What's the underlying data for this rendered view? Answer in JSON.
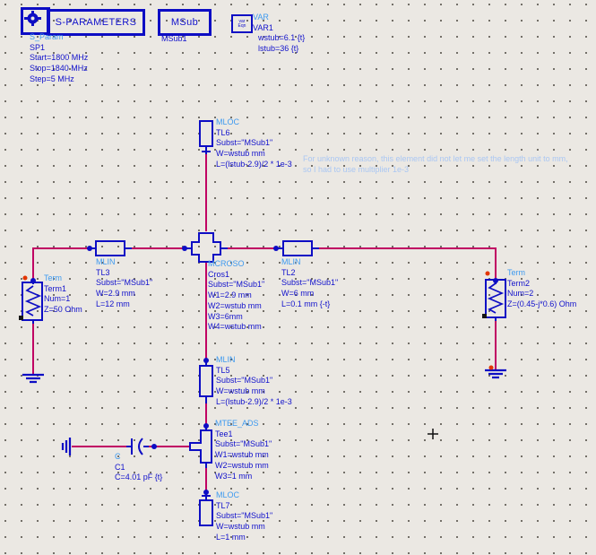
{
  "colors": {
    "background": "#ebe8e3",
    "wire": "#c00063",
    "component": "#0d0dc4",
    "type_label": "#3e9af0",
    "param_text": "#1111cc",
    "note_text": "#aac7f3",
    "red_pin": "#e23400",
    "cursor": "#111111"
  },
  "header": {
    "sparams_title": "S-PARAMETERS",
    "sparam": {
      "type": "S_Param",
      "instance": "SP1",
      "params": [
        "Start=1800 MHz",
        "Stop=1840 MHz",
        "Step=5 MHz"
      ]
    },
    "msub": {
      "title": "MSub",
      "instance": "MSub1"
    },
    "var": {
      "type": "VAR",
      "instance": "VAR1",
      "icon_text_top": "var",
      "icon_text_bottom": "Eqn",
      "params": [
        "wstub=6.1 {t}",
        "lstub=36 {t}"
      ]
    }
  },
  "note": {
    "line1": "For unknown reason, this element did not let me set the length unit to mm,",
    "line2": "so I had to use multiplier 1e-3"
  },
  "components": {
    "tl6": {
      "type": "MLOC",
      "instance": "TL6",
      "params": [
        "Subst=\"MSub1\"",
        "W=wstub mm",
        "L=(lstub-2.9)/2 * 1e-3"
      ]
    },
    "tl3": {
      "type": "MLIN",
      "instance": "TL3",
      "params": [
        "Subst=\"MSub1\"",
        "W=2.9 mm",
        "L=12 mm"
      ]
    },
    "cros1": {
      "type": "MCROSO",
      "instance": "Cros1",
      "params": [
        "Subst=\"MSub1\"",
        "W1=2.9 mm",
        "W2=wstub mm",
        "W3=6mm",
        "W4=wstub mm"
      ]
    },
    "tl2": {
      "type": "MLIN",
      "instance": "TL2",
      "params": [
        "Subst=\"MSub1\"",
        "W=6 mm",
        "L=0.1 mm {-t}"
      ]
    },
    "term1": {
      "type": "Term",
      "instance": "Term1",
      "params": [
        "Num=1",
        "Z=50 Ohm"
      ]
    },
    "term2": {
      "type": "Term",
      "instance": "Term2",
      "params": [
        "Num=2",
        "Z=(0.45-j*0.6) Ohm"
      ]
    },
    "tl5": {
      "type": "MLIN",
      "instance": "TL5",
      "params": [
        "Subst=\"MSub1\"",
        "W=wstub mm",
        "L=(lstub-2.9)/2 * 1e-3"
      ]
    },
    "tee1": {
      "type": "MTEE_ADS",
      "instance": "Tee1",
      "params": [
        "Subst=\"MSub1\"",
        "W1=wstub mm",
        "W2=wstub mm",
        "W3=1 mm"
      ]
    },
    "c1": {
      "type": "C",
      "instance": "C1",
      "params": [
        "C=4.01 pF {t}"
      ]
    },
    "tl7": {
      "type": "MLOC",
      "instance": "TL7",
      "params": [
        "Subst=\"MSub1\"",
        "W=wstub mm",
        "L=1 mm"
      ]
    }
  }
}
